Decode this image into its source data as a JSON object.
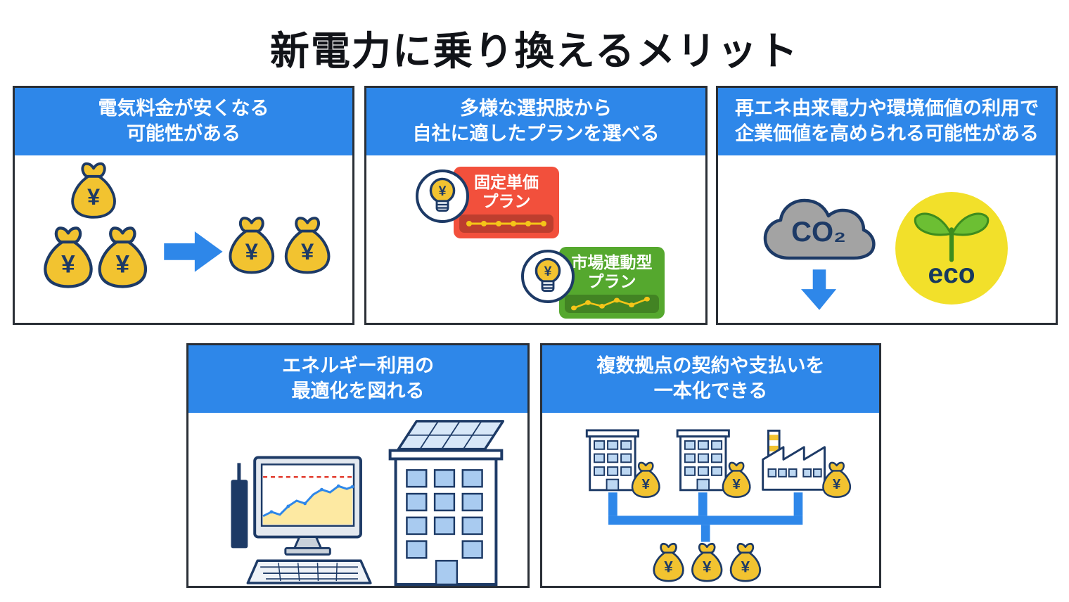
{
  "title": "新電力に乗り換えるメリット",
  "glyphs": {
    "yen": "¥",
    "co2": "CO₂",
    "eco": "eco"
  },
  "colors": {
    "accent_blue": "#2e87e9",
    "outline_navy": "#1d3a66",
    "money_gold": "#f2c330",
    "plan_red": "#f2503c",
    "plan_green": "#55a82e",
    "chart_gold": "#f5c518",
    "cloud_gray": "#a3a3a3",
    "eco_yellow": "#f2e02a",
    "sprout_green": "#6cbf33"
  },
  "cards": {
    "cost": {
      "header_line1": "電気料金が安くなる",
      "header_line2": "可能性がある"
    },
    "plans": {
      "header_line1": "多様な選択肢から",
      "header_line2": "自社に適したプランを選べる",
      "fixed_plan_line1": "固定単価",
      "fixed_plan_line2": "プラン",
      "market_plan_line1": "市場連動型",
      "market_plan_line2": "プラン"
    },
    "green": {
      "header_line1": "再エネ由来電力や環境価値の利用で",
      "header_line2": "企業価値を高められる可能性がある"
    },
    "optimize": {
      "header_line1": "エネルギー利用の",
      "header_line2": "最適化を図れる"
    },
    "consolidate": {
      "header_line1": "複数拠点の契約や支払いを",
      "header_line2": "一本化できる"
    }
  }
}
